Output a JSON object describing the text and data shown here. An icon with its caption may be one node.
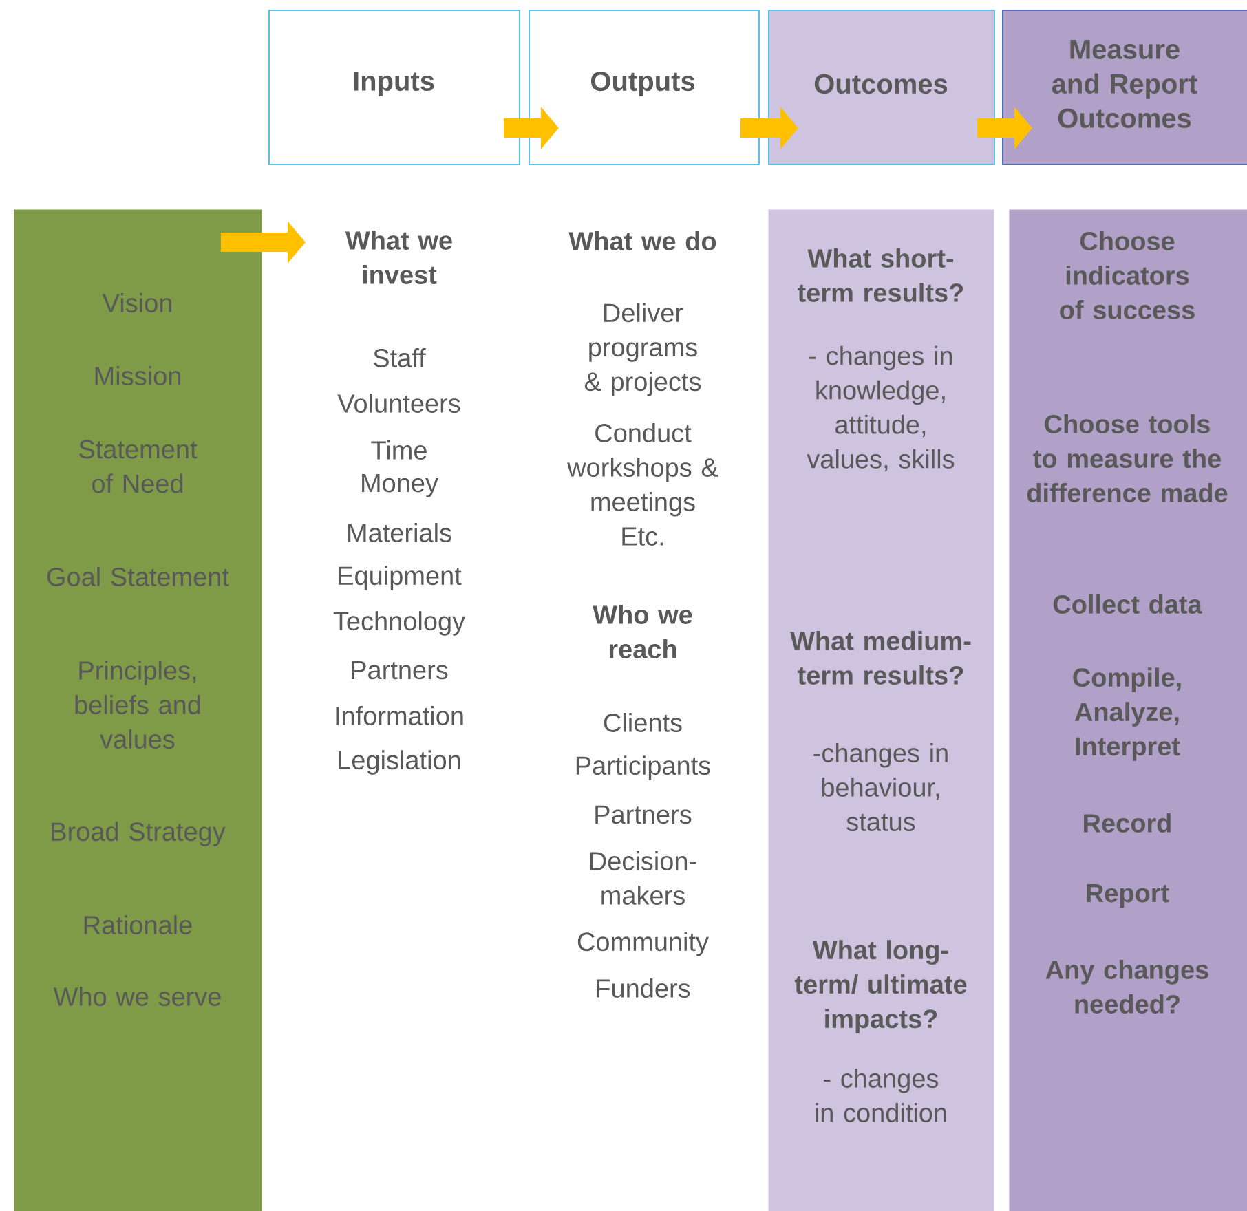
{
  "diagram": {
    "nodes": [
      {
        "text": [
          "Inputs"
        ]
      },
      {
        "text": [
          "Outputs"
        ]
      },
      {
        "text": [
          "Outcomes"
        ]
      },
      {
        "text": [
          "Measure and Report Outcomes"
        ]
      },
      {
        "text": [
          "Vision",
          "Mission",
          "Statement of Need",
          "Goal Statement",
          "Principles, beliefs and values",
          "Broad Strategy",
          "Rationale",
          "Who we serve"
        ]
      },
      {
        "text": [
          "What we invest",
          "Staff",
          "Volunteers",
          "Time",
          "Money",
          "Materials",
          "Equipment",
          "Technology",
          "Partners",
          "Information",
          "Legislation"
        ]
      },
      {
        "text": [
          "What short-term results?",
          "- changes in knowledge, attitude, values, skills",
          "What medium-term results?",
          "-changes in behaviour, status",
          "What long-term/ ultimate impacts?",
          "- changes in condition"
        ]
      },
      {
        "text": [
          "Choose indicators of success",
          "Choose tools to measure the difference made",
          "Collect data",
          "Compile, Analyze, Interpret",
          "Record",
          "Report",
          "Any changes needed?"
        ]
      }
    ],
    "edges": [
      {
        "from": 0,
        "to": 1,
        "arrow": "to"
      },
      {
        "from": 1,
        "to": 2,
        "arrow": "to"
      },
      {
        "from": 2,
        "to": 3,
        "arrow": "to"
      },
      {
        "from": 4,
        "to": 5,
        "arrow": "to"
      }
    ],
    "labels": [
      "What we do",
      "Deliver programs & projects",
      "Conduct workshops & meetings Etc.",
      "Who we reach",
      "Clients",
      "Participants",
      "Partners",
      "Decision-makers",
      "Community",
      "Funders"
    ]
  }
}
